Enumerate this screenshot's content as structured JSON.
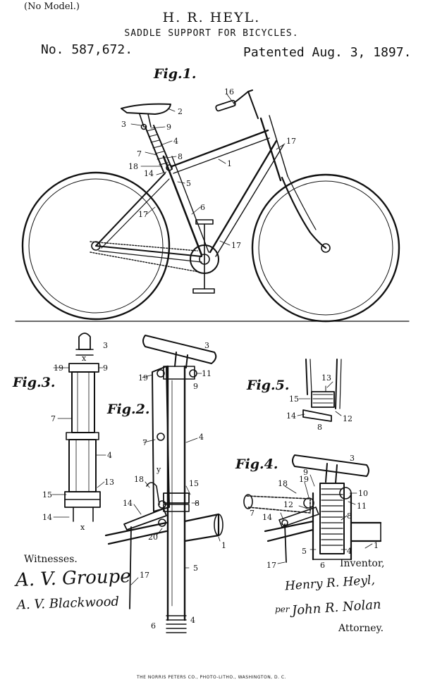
{
  "header": {
    "model_note": "(No Model.)",
    "inventor": "H. R. HEYL.",
    "title": "SADDLE SUPPORT FOR BICYCLES.",
    "patent_number": "No. 587,672.",
    "patented_date": "Patented Aug. 3, 1897."
  },
  "figures": {
    "fig1": "Fig.1.",
    "fig2": "Fig.2.",
    "fig3": "Fig.3.",
    "fig4": "Fig.4.",
    "fig5": "Fig.5."
  },
  "refs": {
    "fig1": [
      "16",
      "2",
      "3",
      "9",
      "4",
      "7",
      "8",
      "17",
      "18",
      "14",
      "1",
      "5",
      "6",
      "17",
      "17"
    ],
    "fig3": [
      "3",
      "x",
      "19",
      "9",
      "7",
      "4",
      "15",
      "13",
      "14",
      "x"
    ],
    "fig2": [
      "3",
      "19",
      "11",
      "9",
      "7",
      "4",
      "y",
      "18",
      "15",
      "14",
      "8",
      "20",
      "1",
      "5",
      "17",
      "6",
      "4"
    ],
    "fig5": [
      "13",
      "15",
      "14",
      "8",
      "12"
    ],
    "fig4": [
      "3",
      "9",
      "18",
      "19",
      "10",
      "11",
      "12",
      "8",
      "7",
      "14",
      "5",
      "4",
      "1",
      "6",
      "17"
    ]
  },
  "footer": {
    "witnesses_label": "Witnesses.",
    "witness_1": "A. V. Groupe",
    "witness_2": "A. V. Blackwood",
    "inventor_label": "Inventor,",
    "inventor_signature": "Henry R. Heyl,",
    "per": "per",
    "attorney_signature": "John R. Nolan",
    "attorney_label": "Attorney.",
    "printer": "THE NORRIS PETERS CO., PHOTO-LITHO., WASHINGTON, D. C."
  }
}
